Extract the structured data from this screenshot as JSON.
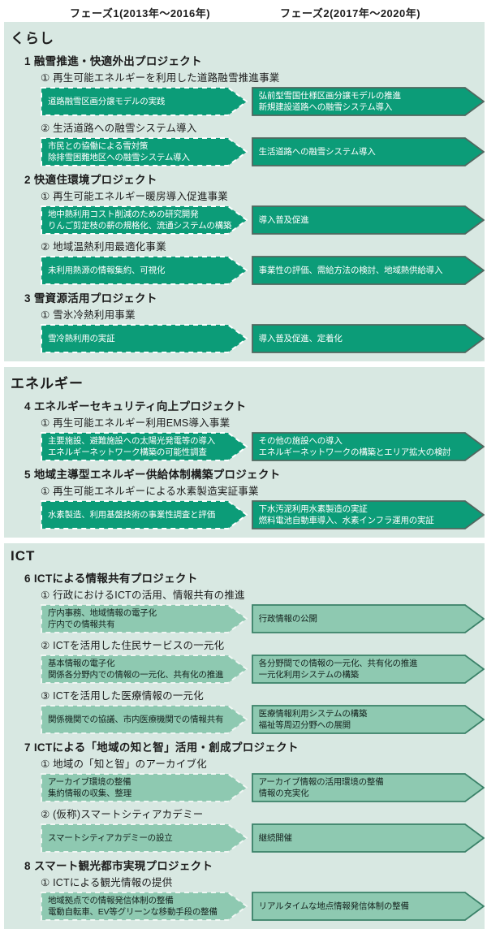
{
  "header": {
    "phase1": "フェーズ1(2013年～2016年)",
    "phase2": "フェーズ2(2017年～2020年)"
  },
  "colors": {
    "section_bg": "#d8e8e2",
    "arrow_dark_fill": "#0c9c78",
    "arrow_dark_border": "#51675f",
    "arrow_dark_dash": "#ffffff",
    "arrow_light_fill": "#8ec9b1",
    "arrow_light_border": "#3a8168",
    "arrow_light_dash": "#f0f6f3",
    "text": "#1c1c1c"
  },
  "sections": [
    {
      "title": "くらし",
      "arrow_style": "dark",
      "projects": [
        {
          "heading": "1 融雪推進・快適外出プロジェクト",
          "items": [
            {
              "label": "① 再生可能エネルギーを利用した道路融雪推進事業",
              "p1": [
                "道路融雪区画分譲モデルの実践"
              ],
              "p2": [
                "弘前型雪国仕様区画分譲モデルの推進",
                "新規建設道路への融雪システム導入"
              ]
            },
            {
              "label": "② 生活道路への融雪システム導入",
              "p1": [
                "市民との協働による雪対策",
                "除排雪困難地区への融雪システム導入"
              ],
              "p2": [
                "生活道路への融雪システム導入"
              ]
            }
          ]
        },
        {
          "heading": "2 快適住環境プロジェクト",
          "items": [
            {
              "label": "① 再生可能エネルギー暖房導入促進事業",
              "p1": [
                "地中熱利用コスト削減のための研究開発",
                "りんご剪定枝の薪の規格化、流通システムの構築"
              ],
              "p2": [
                "導入普及促進"
              ]
            },
            {
              "label": "② 地域温熱利用最適化事業",
              "p1": [
                "未利用熱源の情報集約、可視化"
              ],
              "p2": [
                "事業性の評価、需給方法の検討、地域熱供給導入"
              ]
            }
          ]
        },
        {
          "heading": "3 雪資源活用プロジェクト",
          "items": [
            {
              "label": "① 雪氷冷熱利用事業",
              "p1": [
                "雪冷熱利用の実証"
              ],
              "p2": [
                "導入普及促進、定着化"
              ]
            }
          ]
        }
      ]
    },
    {
      "title": "エネルギー",
      "arrow_style": "dark",
      "projects": [
        {
          "heading": "4 エネルギーセキュリティ向上プロジェクト",
          "items": [
            {
              "label": "① 再生可能エネルギー利用EMS導入事業",
              "p1": [
                "主要施設、避難施設への太陽光発電等の導入",
                "エネルギーネットワーク構築の可能性調査"
              ],
              "p2": [
                "その他の施設への導入",
                "エネルギーネットワークの構築とエリア拡大の検討"
              ]
            }
          ]
        },
        {
          "heading": "5 地域主導型エネルギー供給体制構築プロジェクト",
          "items": [
            {
              "label": "① 再生可能エネルギーによる水素製造実証事業",
              "p1": [
                "水素製造、利用基盤技術の事業性調査と評価"
              ],
              "p2": [
                "下水汚泥利用水素製造の実証",
                "燃料電池自動車導入、水素インフラ運用の実証"
              ]
            }
          ]
        }
      ]
    },
    {
      "title": "ICT",
      "arrow_style": "light",
      "projects": [
        {
          "heading": "6 ICTによる情報共有プロジェクト",
          "items": [
            {
              "label": "① 行政におけるICTの活用、情報共有の推進",
              "p1": [
                "庁内事務、地域情報の電子化",
                "庁内での情報共有"
              ],
              "p2": [
                "行政情報の公開"
              ]
            },
            {
              "label": "② ICTを活用した住民サービスの一元化",
              "p1": [
                "基本情報の電子化",
                "関係各分野内での情報の一元化、共有化の推進"
              ],
              "p2": [
                "各分野間での情報の一元化、共有化の推進",
                "一元化利用システムの構築"
              ]
            },
            {
              "label": "③ ICTを活用した医療情報の一元化",
              "p1": [
                "関係機関での協議、市内医療機関での情報共有"
              ],
              "p2": [
                "医療情報利用システムの構築",
                "福祉等周辺分野への展開"
              ]
            }
          ]
        },
        {
          "heading": "7 ICTによる「地域の知と智」活用・創成プロジェクト",
          "items": [
            {
              "label": "① 地域の「知と智」のアーカイブ化",
              "p1": [
                "アーカイブ環境の整備",
                "集約情報の収集、整理"
              ],
              "p2": [
                "アーカイブ情報の活用環境の整備",
                "情報の充実化"
              ]
            },
            {
              "label": "② (仮称)スマートシティアカデミー",
              "p1": [
                "スマートシティアカデミーの設立"
              ],
              "p2": [
                "継続開催"
              ]
            }
          ]
        },
        {
          "heading": "8 スマート観光都市実現プロジェクト",
          "items": [
            {
              "label": "① ICTによる観光情報の提供",
              "p1": [
                "地域拠点での情報発信体制の整備",
                "電動自転車、EV等グリーンな移動手段の整備"
              ],
              "p2": [
                "リアルタイムな地点情報発信体制の整備"
              ]
            }
          ]
        }
      ]
    }
  ]
}
